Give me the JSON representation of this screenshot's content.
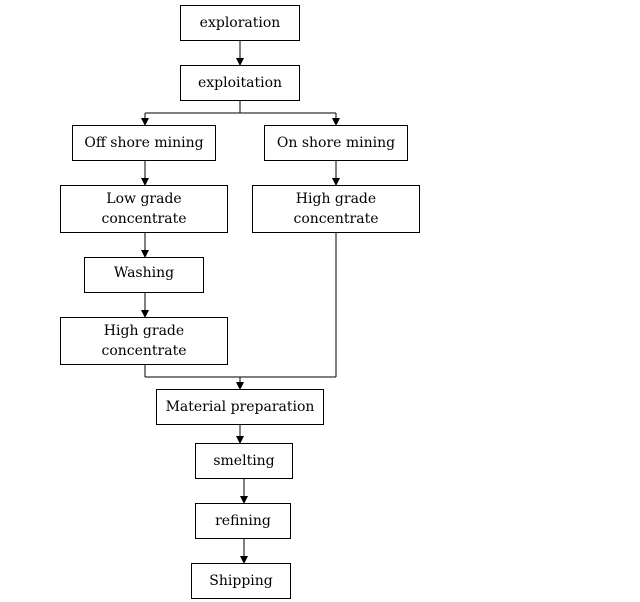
{
  "diagram": {
    "nodes": {
      "exploration": "exploration",
      "exploitation": "exploitation",
      "offshore": "Off shore mining",
      "onshore": "On shore mining",
      "low_grade": "Low grade\nconcentrate",
      "high_grade_right": "High grade\nconcentrate",
      "washing": "Washing",
      "high_grade_left": "High grade\nconcentrate",
      "material_prep": "Material preparation",
      "smelting": "smelting",
      "refining": "refining",
      "shipping": "Shipping"
    },
    "line_color": "#000000"
  }
}
